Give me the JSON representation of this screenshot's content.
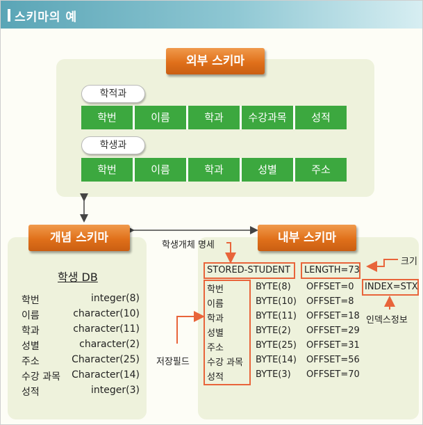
{
  "header": {
    "title": "스키마의 예"
  },
  "external": {
    "title": "외부 스키마",
    "view1": {
      "name": "학적과",
      "fields": [
        "학번",
        "이름",
        "학과",
        "수강과목",
        "성적"
      ]
    },
    "view2": {
      "name": "학생과",
      "fields": [
        "학번",
        "이름",
        "학과",
        "성별",
        "주소"
      ]
    }
  },
  "conceptual": {
    "title": "개념 스키마",
    "db_title": "학생 DB",
    "rows": [
      {
        "field": "학번",
        "type": "integer(8)"
      },
      {
        "field": "이름",
        "type": "character(10)"
      },
      {
        "field": "학과",
        "type": "character(11)"
      },
      {
        "field": "성별",
        "type": "character(2)"
      },
      {
        "field": "주소",
        "type": "Character(25)"
      },
      {
        "field": "수강 과목",
        "type": "Character(14)"
      },
      {
        "field": "성적",
        "type": "integer(3)"
      }
    ]
  },
  "internal": {
    "title": "내부 스키마",
    "record_name": "STORED-STUDENT",
    "length": "LENGTH=73",
    "index": "INDEX=STX",
    "fields": [
      {
        "field": "학번",
        "byte": "BYTE(8)",
        "offset": "OFFSET=0"
      },
      {
        "field": "이름",
        "byte": "BYTE(10)",
        "offset": "OFFSET=8"
      },
      {
        "field": "학과",
        "byte": "BYTE(11)",
        "offset": "OFFSET=18"
      },
      {
        "field": "성별",
        "byte": "BYTE(2)",
        "offset": "OFFSET=29"
      },
      {
        "field": "주소",
        "byte": "BYTE(25)",
        "offset": "OFFSET=31"
      },
      {
        "field": "수강 과목",
        "byte": "BYTE(14)",
        "offset": "OFFSET=56"
      },
      {
        "field": "성적",
        "byte": "BYTE(3)",
        "offset": "OFFSET=70"
      }
    ]
  },
  "annotations": {
    "record_spec": "학생개체 명세",
    "size": "크기",
    "index_info": "인덱스정보",
    "stored_fields": "저장필드"
  },
  "colors": {
    "accent_orange": "#e0701a",
    "field_green": "#3ca83f",
    "panel_bg": "#eef2dc",
    "marker_red": "#e8643a",
    "header_teal": "#5aa5b6"
  }
}
